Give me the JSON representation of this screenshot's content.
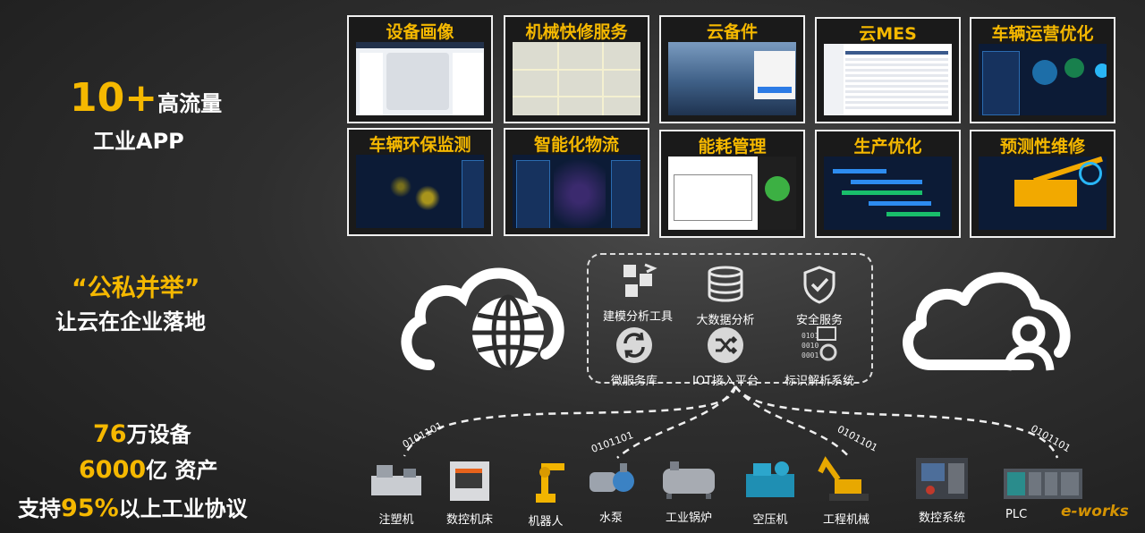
{
  "left_stats": {
    "apps_number": "10+",
    "apps_suffix": "高流量",
    "apps_line2": "工业APP",
    "cloud_line1": "“公私并举”",
    "cloud_line2": "让云在企业落地",
    "devices_number": "76",
    "devices_suffix": "万设备",
    "assets_number": "6000",
    "assets_suffix": "亿 资产",
    "protocol_prefix": "支持",
    "protocol_number": "95%",
    "protocol_suffix": "以上工业协议"
  },
  "apps": [
    {
      "title": "设备画像",
      "style": "light-map"
    },
    {
      "title": "机械快修服务",
      "style": "street-map"
    },
    {
      "title": "云备件",
      "style": "photo-login"
    },
    {
      "title": "云MES",
      "style": "light-table"
    },
    {
      "title": "车辆运营优化",
      "style": "dark-dashboard"
    },
    {
      "title": "车辆环保监测",
      "style": "dark-map"
    },
    {
      "title": "智能化物流",
      "style": "dark-dashboard"
    },
    {
      "title": "能耗管理",
      "style": "light-diagram"
    },
    {
      "title": "生产优化",
      "style": "dark-gantt"
    },
    {
      "title": "预测性维修",
      "style": "dark-crane"
    }
  ],
  "services": [
    {
      "label": "建模分析工具",
      "icon": "puzzle-icon"
    },
    {
      "label": "大数据分析",
      "icon": "database-icon"
    },
    {
      "label": "安全服务",
      "icon": "shield-check-icon"
    },
    {
      "label": "微服务库",
      "icon": "refresh-icon"
    },
    {
      "label": "IOT接入平台",
      "icon": "shuffle-icon"
    },
    {
      "label": "标识解析系统",
      "icon": "binary-gear-icon"
    }
  ],
  "devices": [
    {
      "label": "注塑机"
    },
    {
      "label": "数控机床"
    },
    {
      "label": "机器人"
    },
    {
      "label": "水泵"
    },
    {
      "label": "工业锅炉"
    },
    {
      "label": "空压机"
    },
    {
      "label": "工程机械"
    },
    {
      "label": "数控系统"
    },
    {
      "label": "PLC"
    }
  ],
  "binary_labels": [
    "0101101",
    "0101101",
    "0101101",
    "0101101"
  ],
  "colors": {
    "accent": "#f5b800",
    "frame": "#f0f0f0",
    "background": "#2a2a2a"
  }
}
